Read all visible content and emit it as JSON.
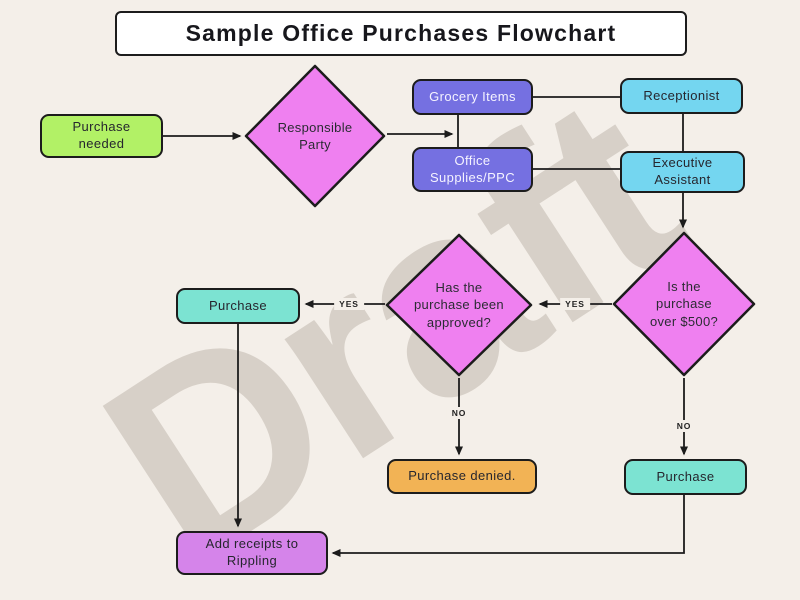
{
  "colors": {
    "background": "#f4efe9",
    "outline": "#1c1c1c",
    "watermark": "#d7d0c8",
    "title_bg": "#ffffff",
    "green": "#b2f166",
    "pink": "#ef80f0",
    "purple": "#7570e1",
    "cyan": "#74d6f0",
    "teal": "#7ce3d2",
    "orange": "#f2b355",
    "violet": "#d584ea"
  },
  "title": "Sample Office Purchases Flowchart",
  "watermark_text": "Draft",
  "nodes": {
    "purchase_needed": "Purchase needed",
    "responsible_party": "Responsible Party",
    "grocery_items": "Grocery Items",
    "office_supplies": "Office Supplies/PPC",
    "receptionist": "Receptionist",
    "executive_assistant": "Executive Assistant",
    "over_500": "Is the purchase over $500?",
    "approved": "Has the purchase been approved?",
    "purchase_left": "Purchase",
    "purchase_denied": "Purchase denied.",
    "purchase_right": "Purchase",
    "add_receipts": "Add receipts to Rippling"
  },
  "edge_labels": {
    "yes_to_purchase": "YES",
    "yes_to_approved": "YES",
    "no_to_denied": "NO",
    "no_to_purchase": "NO"
  }
}
